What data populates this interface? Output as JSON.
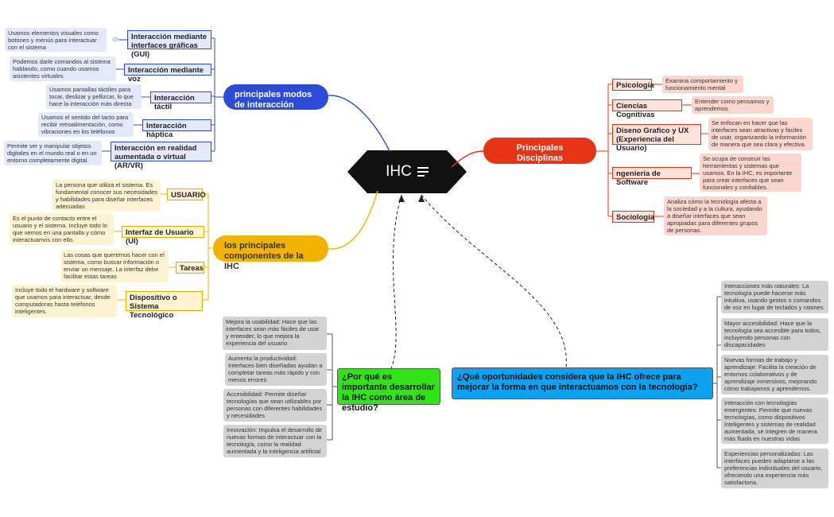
{
  "center": {
    "title": "IHC"
  },
  "modes": {
    "title": "principales modos de interacción",
    "items": [
      {
        "label": "Interacción mediante interfaces gráficas (GUI)",
        "note": "Usamos elementos visuales como botones y menús para interactuar con el sistema"
      },
      {
        "label": "Interacción mediante voz",
        "note": "Podemos darle comandos al sistema hablando, como cuando usamos asistentes virtuales"
      },
      {
        "label": "Interacción táctil",
        "note": "Usamos pantallas táctiles para tocar, deslizar y pellizcar, lo que hace la interacción más directa"
      },
      {
        "label": "Interacción háptica",
        "note": "Usamos el sentido del tacto para recibir retroalimentación, como vibraciones en los teléfonos"
      },
      {
        "label": "Interacción en realidad aumentada o virtual (AR/VR)",
        "note": "Permite ver y manipular objetos digitales en el mundo real o en un entorno completamente digital."
      }
    ]
  },
  "components": {
    "title": "los principales componentes de la IHC",
    "items": [
      {
        "label": "USUARIO",
        "note": "La persona que utiliza el sistema. Es fundamental conocer sus necesidades y habilidades para diseñar interfaces adecuadas"
      },
      {
        "label": "Interfaz de Usuario (UI)",
        "note": "Es el punto de contacto entre el usuario y el sistema. Incluye todo lo que vemos en una pantalla y cómo interactuamos con ello."
      },
      {
        "label": "Tareas",
        "note": "Las cosas que queremos hacer con el sistema, como buscar información o enviar un mensaje. La interfaz debe facilitar estas tareas"
      },
      {
        "label": "Dispositivo o Sistema Tecnológico",
        "note": "Incluye todo el hardware y software que usamos para interactuar, desde computadoras hasta teléfonos inteligentes."
      }
    ]
  },
  "disciplines": {
    "title": "Principales Disciplinas Relacionadas con la IHC",
    "items": [
      {
        "label": "Psicología",
        "note": "Examina comportamiento y funcionamiento mental"
      },
      {
        "label": "Ciencias Cognitivas",
        "note": "Entender como pensamos y aprendemos"
      },
      {
        "label": "Diseno Grafico y UX (Experiencia del Usuario)",
        "note": "Se enfocan en hacer que las interfaces sean atractivas y fáciles de usar, organizando la información de manera que sea clara y efectiva."
      },
      {
        "label": "ngeniería de Software",
        "note": "Se ocupa de construir las herramientas y sistemas que usamos. En la IHC, es importante para crear interfaces que sean funcionales y confiables."
      },
      {
        "label": "Sociología",
        "note": "Analiza cómo la tecnología afecta a la sociedad y a la cultura, ayudando a diseñar interfaces que sean apropiadas para diferentes grupos de personas."
      }
    ]
  },
  "why": {
    "title": "¿Por qué es importante desarrollar la IHC como área de estudio?",
    "items": [
      "Mejora la usabilidad: Hace que las interfaces sean más fáciles de usar y entender, lo que mejora la experiencia del usuario",
      "Aumenta la productividad: Interfaces bien diseñadas ayudan a completar tareas más rápido y con menos errores",
      "Accesibilidad: Permite diseñar tecnologías que sean utilizables por personas con diferentes habilidades y necesidades",
      "Innovación: Impulsa el desarrollo de nuevas formas de interactuar con la tecnología, como la realidad aumentada y la inteligencia artificial"
    ]
  },
  "opportunities": {
    "title": "¿Qué oportunidades considera que la IHC ofrece para mejorar la forma en que interactuamos con la tecnología?",
    "items": [
      "Interacciones más naturales: La tecnología puede hacerse más intuitiva, usando gestos o comandos de voz en lugar de teclados y ratones",
      "Mayor accesibilidad: Hace que la tecnología sea accesible para todos, incluyendo personas con discapacidades",
      "Nuevas formas de trabajo y aprendizaje: Facilita la creación de entornos colaborativos y de aprendizaje inmersivos, mejorando cómo trabajamos y aprendemos.",
      "Interacción con tecnologías emergentes: Permite que nuevas tecnologías, como dispositivos inteligentes y sistemas de realidad aumentada, se integren de manera más fluida en nuestras vidas",
      "Experiencias personalizadas: Las interfaces pueden adaptarse a las preferencias individuales del usuario, ofreciendo una experiencia más satisfactoria."
    ]
  },
  "colors": {
    "modes": "#2d4bd6",
    "components": "#f2b300",
    "disciplines": "#e73316",
    "why": "#33e31a",
    "opportunities": "#0aa3f2",
    "center": "#111111"
  }
}
